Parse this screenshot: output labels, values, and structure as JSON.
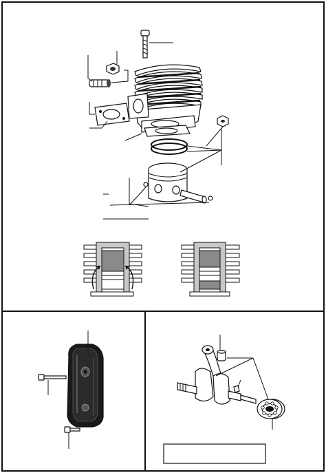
{
  "figure": {
    "panels": [
      {
        "id": "cylinder-piston-assembly"
      },
      {
        "id": "muffler"
      },
      {
        "id": "crankshaft"
      }
    ],
    "colors": {
      "ink": "#111111",
      "paper": "#ffffff",
      "shade": "#8a8a8a",
      "light_shade": "#c8c8c8"
    },
    "icons": [
      "bolt-icon",
      "nut-icon",
      "cylinder-icon",
      "piston-icon",
      "muffler-icon",
      "crankshaft-icon",
      "bearing-icon"
    ],
    "note_box_text": ""
  }
}
